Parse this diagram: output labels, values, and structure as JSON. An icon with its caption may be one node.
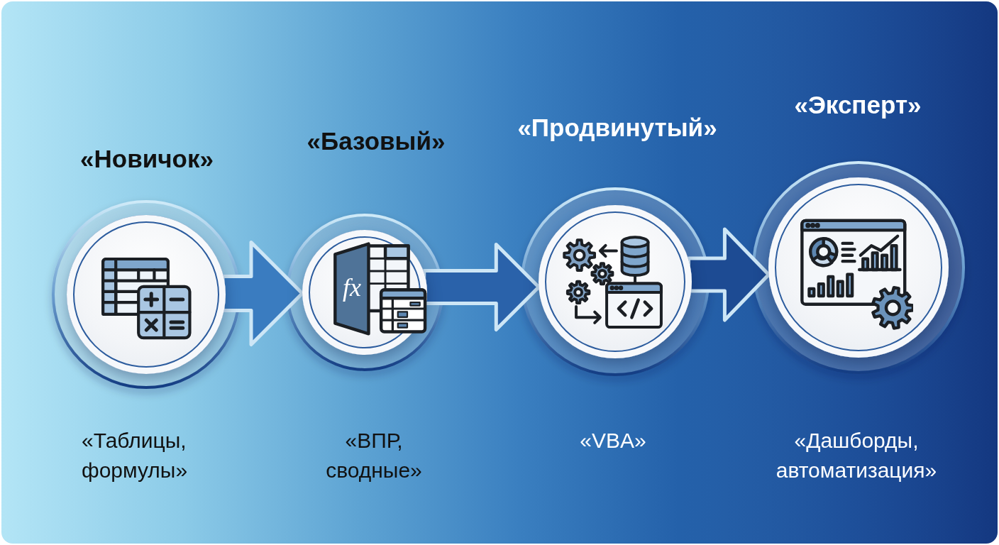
{
  "diagram": {
    "nodes": [
      {
        "text": [
          "«Новичок»"
        ],
        "beside": [
          "«Таблицы, формулы»"
        ]
      },
      {
        "text": [
          "«Базовый»"
        ],
        "beside": [
          "«ВПР, сводные»"
        ]
      },
      {
        "text": [
          "«Продвинутый»"
        ],
        "beside": [
          "«VBA»"
        ]
      },
      {
        "text": [
          "«Эксперт»"
        ],
        "beside": [
          "«Дашборды, автоматизация»"
        ]
      }
    ],
    "edges": [
      {
        "from": 0,
        "to": 1,
        "arrow": "to"
      },
      {
        "from": 1,
        "to": 2,
        "arrow": "to"
      },
      {
        "from": 2,
        "to": 3,
        "arrow": "to"
      }
    ],
    "labels": [
      "fx"
    ]
  }
}
